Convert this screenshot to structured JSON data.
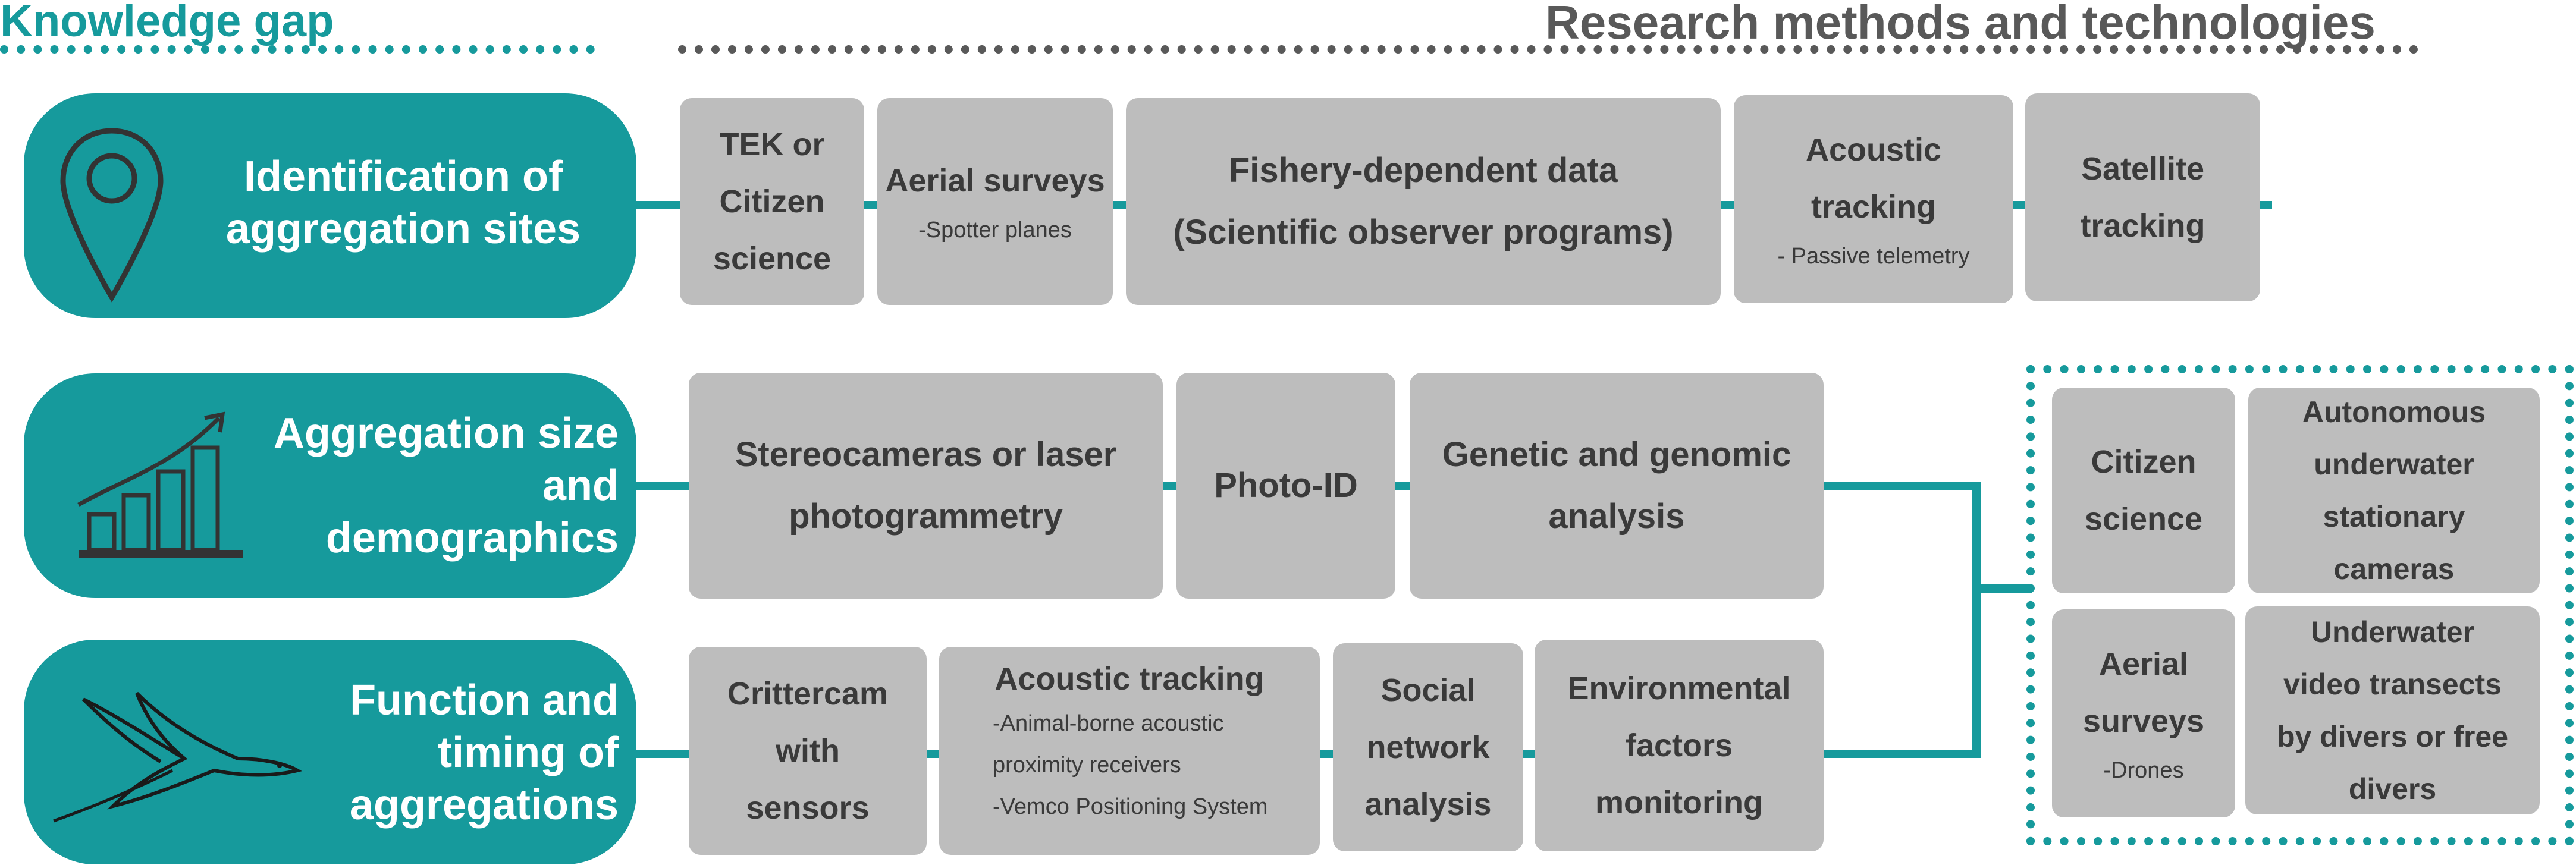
{
  "headers": {
    "left": "Knowledge gap",
    "right": "Research methods and technologies"
  },
  "gaps": [
    {
      "label": "Identification of aggregation sites",
      "icon": "location-pin-icon"
    },
    {
      "label": "Aggregation size and demographics",
      "icon": "bar-chart-trend-icon"
    },
    {
      "label": "Function and timing of aggregations",
      "icon": "manta-ray-icon"
    }
  ],
  "row1": [
    {
      "title": "TEK or Citizen science",
      "sub": ""
    },
    {
      "title": "Aerial surveys",
      "sub": "-Spotter planes"
    },
    {
      "title": "Fishery-dependent data (Scientific observer programs)",
      "sub": ""
    },
    {
      "title": "Acoustic tracking",
      "sub": "-  Passive telemetry"
    },
    {
      "title": "Satellite tracking",
      "sub": ""
    }
  ],
  "row2": [
    {
      "title": "Stereocameras or laser photogrammetry"
    },
    {
      "title": "Photo-ID"
    },
    {
      "title": "Genetic and genomic analysis"
    }
  ],
  "row3": [
    {
      "title": "Crittercam with sensors",
      "sub1": "",
      "sub2": ""
    },
    {
      "title": "Acoustic tracking",
      "sub1": "-Animal-borne acoustic proximity receivers",
      "sub2": "-Vemco Positioning System"
    },
    {
      "title": "Social network analysis",
      "sub1": "",
      "sub2": ""
    },
    {
      "title": "Environmental factors monitoring",
      "sub1": "",
      "sub2": ""
    }
  ],
  "shared": [
    {
      "title": "Citizen science",
      "sub": ""
    },
    {
      "title": "Autonomous underwater stationary cameras",
      "sub": ""
    },
    {
      "title": "Aerial surveys",
      "sub": "-Drones"
    },
    {
      "title": "Underwater video transects by divers or free divers",
      "sub": ""
    }
  ],
  "colors": {
    "teal": "#169a9c",
    "box": "#bdbdbd",
    "header_grey": "#595959",
    "text_dark": "#3a3a3a"
  }
}
